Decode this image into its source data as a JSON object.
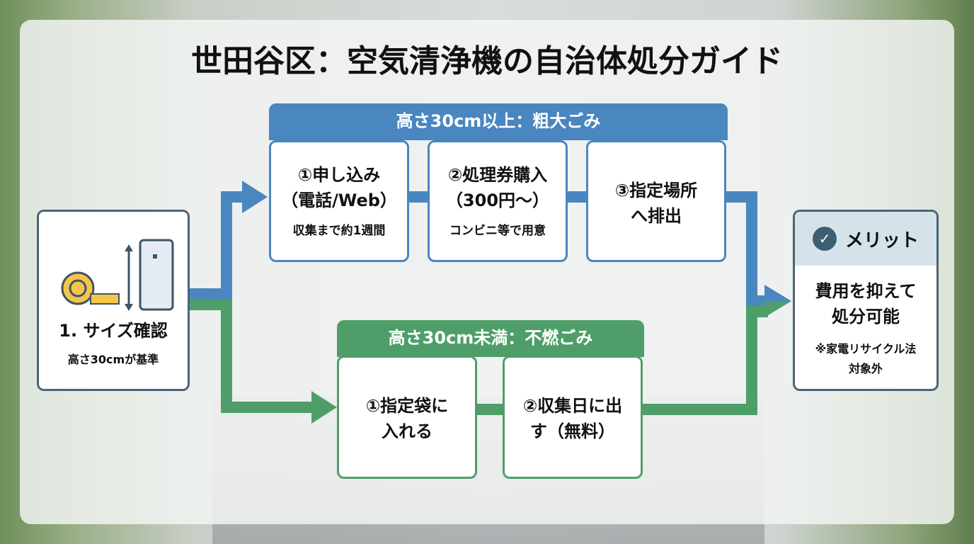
{
  "title": "世田谷区：空気清浄機の自治体処分ガイド",
  "colors": {
    "blue": "#4a86bf",
    "green": "#4f9e6a",
    "dark": "#4a6478"
  },
  "size_check": {
    "title": "1. サイズ確認",
    "subtitle": "高さ30cmが基準"
  },
  "large_route": {
    "header": "高さ30cm以上：粗大ごみ",
    "steps": [
      {
        "title1": "①申し込み",
        "title2": "（電話/Web）",
        "note": "収集まで約1週間"
      },
      {
        "title1": "②処理券購入",
        "title2": "（300円〜）",
        "note": "コンビニ等で用意"
      },
      {
        "title1": "③指定場所",
        "title2": "へ排出"
      }
    ]
  },
  "small_route": {
    "header": "高さ30cm未満：不燃ごみ",
    "steps": [
      {
        "title1": "①指定袋に",
        "title2": "入れる"
      },
      {
        "title1": "②収集日に出",
        "title2": "す（無料）"
      }
    ]
  },
  "merit": {
    "header": "メリット",
    "line1": "費用を抑えて",
    "line2": "処分可能",
    "note1": "※家電リサイクル法",
    "note2": "対象外"
  }
}
